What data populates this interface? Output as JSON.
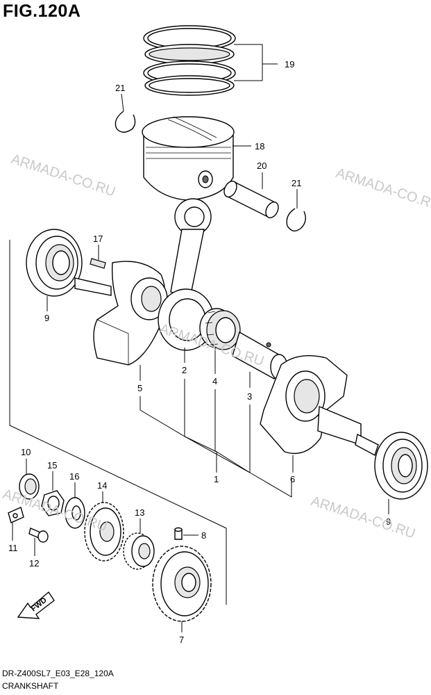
{
  "title": "FIG.120A",
  "footer": {
    "code": "DR-Z400SL7_E03_E28_120A",
    "name": "CRANKSHAFT"
  },
  "watermark": "ARMADA-CO.RU",
  "fwd_label": "FWD",
  "callouts": [
    {
      "id": "c19",
      "label": "19"
    },
    {
      "id": "c21a",
      "label": "21"
    },
    {
      "id": "c18",
      "label": "18"
    },
    {
      "id": "c20",
      "label": "20"
    },
    {
      "id": "c21b",
      "label": "21"
    },
    {
      "id": "c17",
      "label": "17"
    },
    {
      "id": "c9a",
      "label": "9"
    },
    {
      "id": "c2",
      "label": "2"
    },
    {
      "id": "c4",
      "label": "4"
    },
    {
      "id": "c5",
      "label": "5"
    },
    {
      "id": "c3",
      "label": "3"
    },
    {
      "id": "c1",
      "label": "1"
    },
    {
      "id": "c6",
      "label": "6"
    },
    {
      "id": "c9b",
      "label": "9"
    },
    {
      "id": "c10",
      "label": "10"
    },
    {
      "id": "c15",
      "label": "15"
    },
    {
      "id": "c16",
      "label": "16"
    },
    {
      "id": "c14",
      "label": "14"
    },
    {
      "id": "c13",
      "label": "13"
    },
    {
      "id": "c8",
      "label": "8"
    },
    {
      "id": "c11",
      "label": "11"
    },
    {
      "id": "c12",
      "label": "12"
    },
    {
      "id": "c7",
      "label": "7"
    }
  ]
}
